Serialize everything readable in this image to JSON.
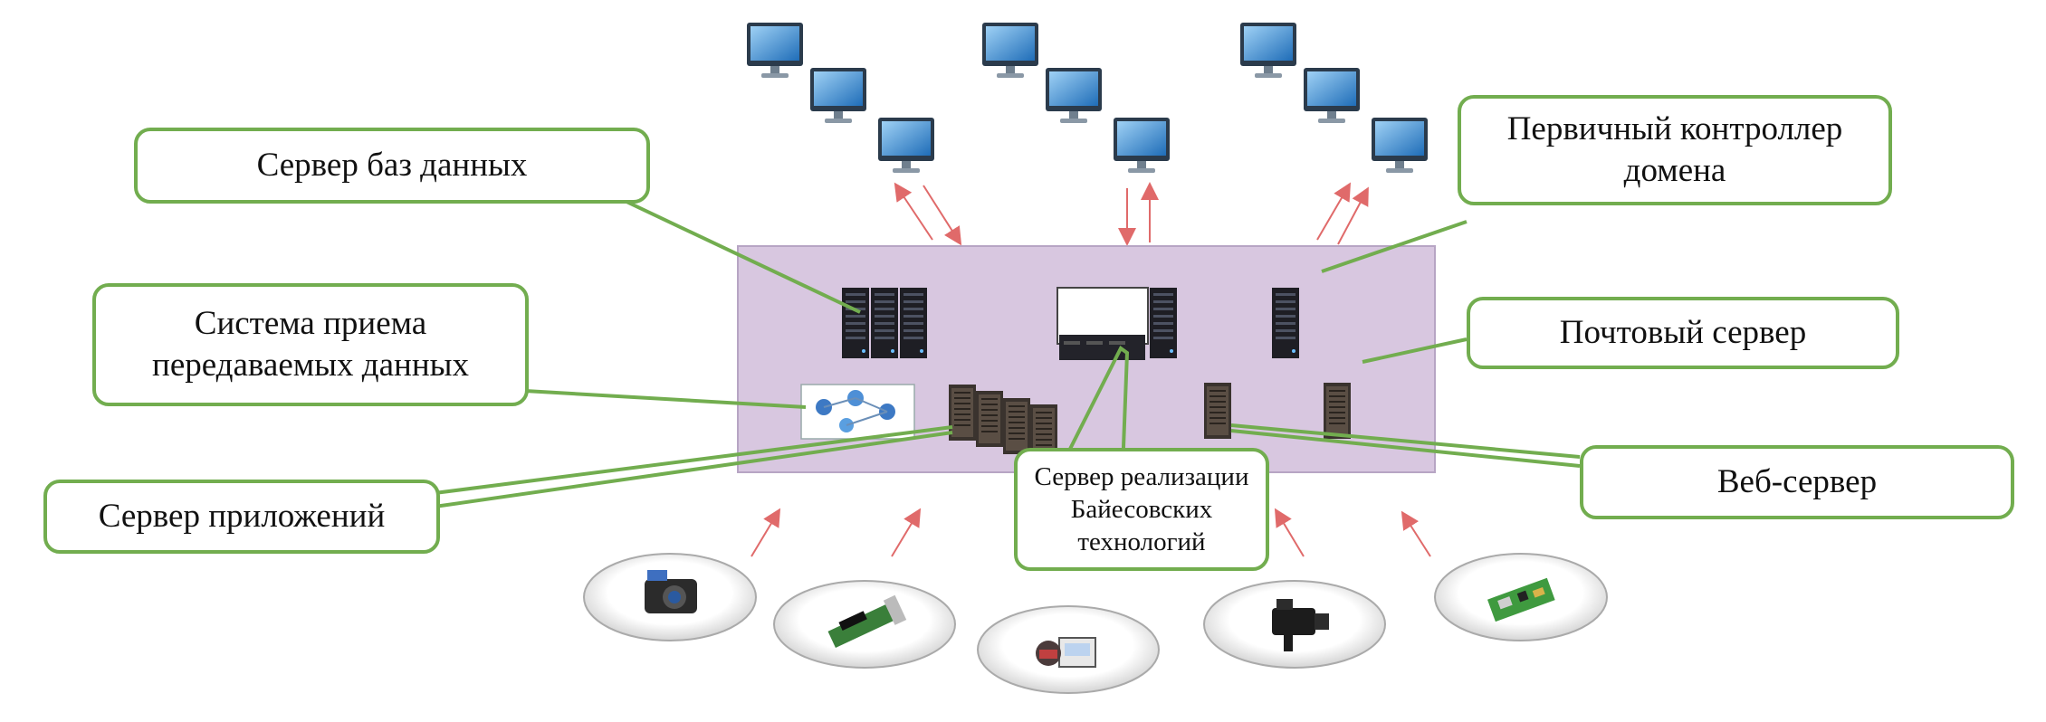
{
  "labels": {
    "db_server": "Сервер баз данных",
    "pdc": [
      "Первичный контроллер",
      "домена"
    ],
    "data_reception": [
      "Система приема",
      "передаваемых данных"
    ],
    "mail_server": "Почтовый сервер",
    "app_server": "Сервер приложений",
    "web_server": "Веб-сервер",
    "bayes_server": [
      "Сервер реализации",
      "Байесовских",
      "технологий"
    ]
  },
  "colors": {
    "network_area": "#d8c7e0",
    "callout_border": "#72ad4f",
    "leader_line": "#72ad4f",
    "arrow": "#e06a6a",
    "monitor": "#2f7fcc",
    "server_rack": "#1e1e24"
  },
  "icons": {
    "workstations": "monitor-icon",
    "servers": "server-rack-icon",
    "devices": [
      "camera-icon",
      "network-card-icon",
      "measuring-device-icon",
      "video-camera-icon",
      "circuit-board-icon"
    ]
  }
}
